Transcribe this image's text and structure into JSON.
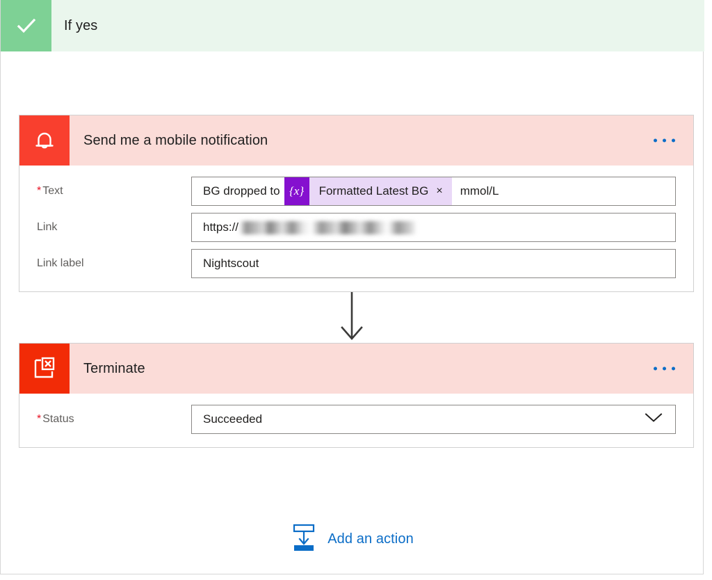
{
  "scope": {
    "title": "If yes",
    "icon": "check-icon",
    "header_bg": "#eaf6ed",
    "icon_bg": "#7ed195"
  },
  "cards": [
    {
      "id": "send-mobile-notification",
      "title": "Send me a mobile notification",
      "icon": "bell-icon",
      "icon_bg": "#f93f2e",
      "header_bg": "#fbdcd8",
      "menu": "ellipsis-menu",
      "fields": [
        {
          "name": "text",
          "label": "Text",
          "required": true,
          "required_marker": "*",
          "type": "token-input",
          "value_before": "BG dropped to",
          "token": {
            "glyph": "{x}",
            "name": "Formatted Latest BG",
            "remove": "×",
            "glyph_bg": "#8510cf",
            "body_bg": "#e9d8f7"
          },
          "value_after": "mmol/L"
        },
        {
          "name": "link",
          "label": "Link",
          "required": false,
          "type": "text",
          "value": "https://",
          "redacted": true
        },
        {
          "name": "link-label",
          "label": "Link label",
          "required": false,
          "type": "text",
          "value": "Nightscout"
        }
      ]
    },
    {
      "id": "terminate",
      "title": "Terminate",
      "icon": "terminate-icon",
      "icon_bg": "#f22b06",
      "header_bg": "#fbdcd8",
      "menu": "ellipsis-menu",
      "fields": [
        {
          "name": "status",
          "label": "Status",
          "required": true,
          "required_marker": "*",
          "type": "dropdown",
          "value": "Succeeded"
        }
      ]
    }
  ],
  "connector": {
    "icon": "down-arrow-icon",
    "color": "#3b3a39"
  },
  "add_action": {
    "label": "Add an action",
    "icon": "add-action-icon",
    "color": "#0b6dc7"
  }
}
